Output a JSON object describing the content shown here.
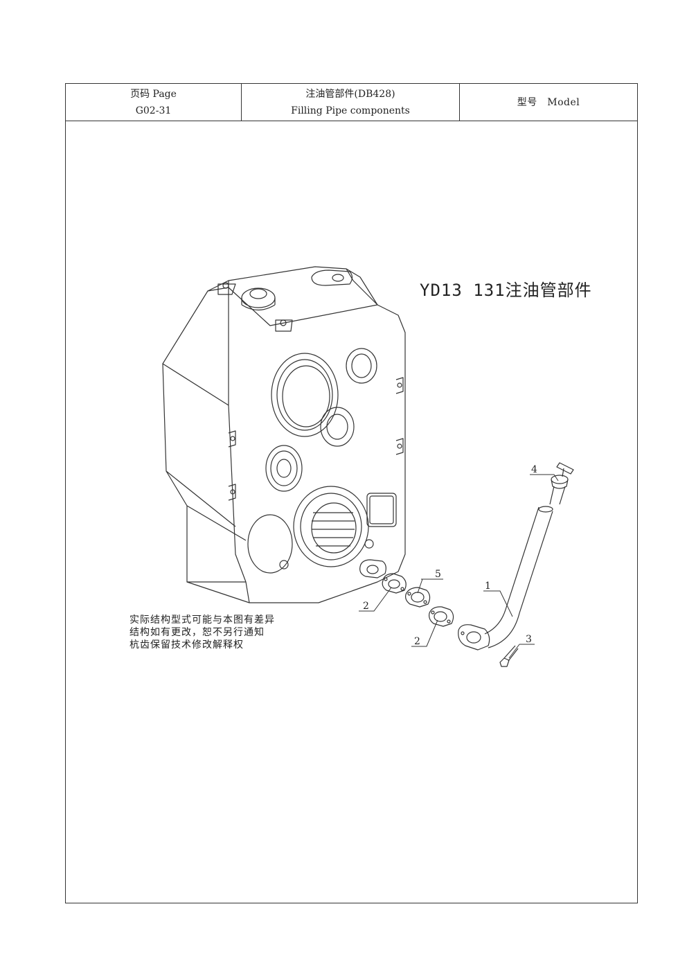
{
  "header": {
    "page_label": "页码 Page",
    "page_number": "G02-31",
    "title_cn": "注油管部件(DB428)",
    "title_en": "Filling Pipe components",
    "model_label": "型号　Model"
  },
  "drawing": {
    "title": "YD13 131注油管部件",
    "callouts": [
      {
        "id": "callout-4",
        "label": "4"
      },
      {
        "id": "callout-5",
        "label": "5"
      },
      {
        "id": "callout-1",
        "label": "1"
      },
      {
        "id": "callout-2a",
        "label": "2"
      },
      {
        "id": "callout-2b",
        "label": "2"
      },
      {
        "id": "callout-3",
        "label": "3"
      }
    ],
    "note_lines": [
      "实际结构型式可能与本图有差异",
      "结构如有更改，恕不另行通知",
      "杭齿保留技术修改解释权"
    ]
  }
}
